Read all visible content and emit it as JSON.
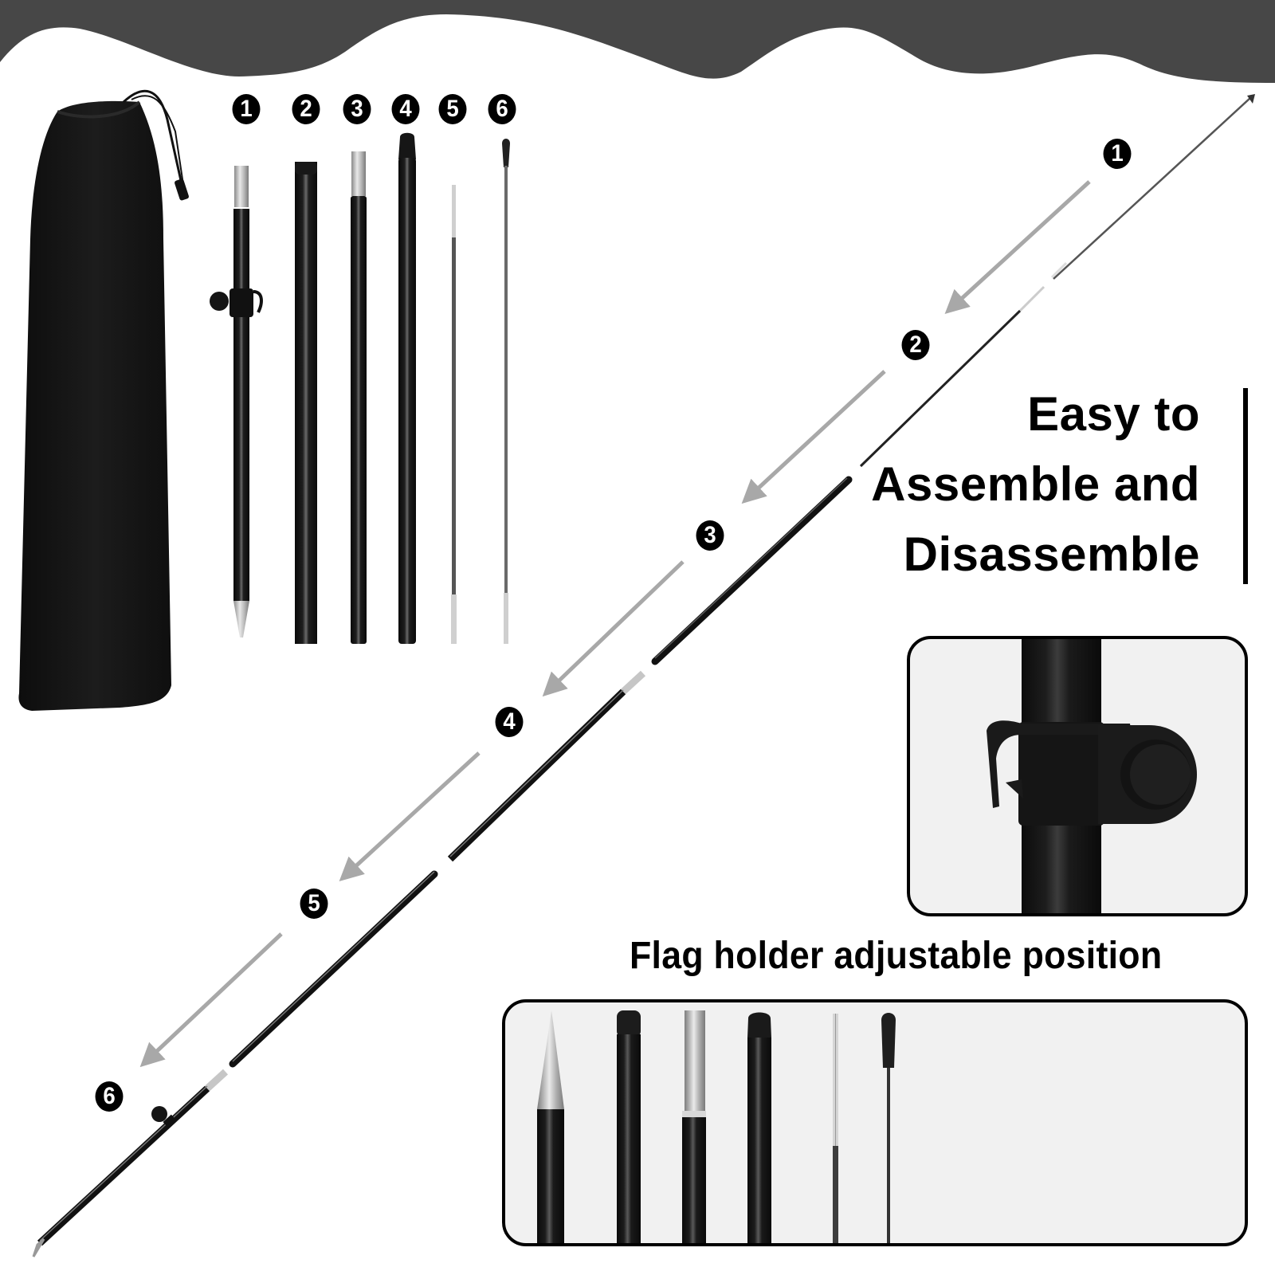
{
  "colors": {
    "banner": "#474747",
    "pole_black": "#141414",
    "pole_highlight": "#6a6a6a",
    "silver": "#b9b9b9",
    "arrow_gray": "#a8a8a8",
    "panel_bg": "#f1f1f1",
    "badge_bg": "#000000",
    "badge_fg": "#ffffff"
  },
  "parts_row": {
    "badges": [
      "1",
      "2",
      "3",
      "4",
      "5",
      "6"
    ]
  },
  "assembly": {
    "step_badges": [
      "1",
      "2",
      "3",
      "4",
      "5",
      "6"
    ]
  },
  "headline": {
    "line1": "Easy to",
    "line2": "Assemble and",
    "line3": "Disassemble"
  },
  "detail_caption": "Flag holder adjustable position",
  "icons": {
    "carry_bag": "drawstring-bag-icon",
    "flag_holder": "flag-holder-clamp-icon",
    "arrow": "arrow-down-left-icon"
  }
}
